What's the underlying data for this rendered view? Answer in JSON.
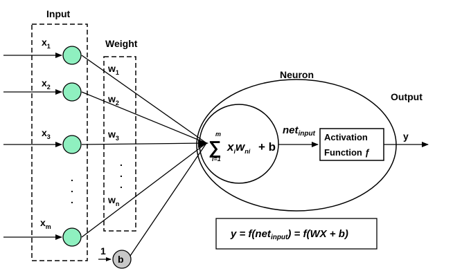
{
  "labels": {
    "input": "Input",
    "weight": "Weight",
    "neuron": "Neuron",
    "output": "Output",
    "y_out": "y",
    "bias_one": "1",
    "bias_b": "b"
  },
  "inputs": [
    {
      "base": "x",
      "sub": "1"
    },
    {
      "base": "x",
      "sub": "2"
    },
    {
      "base": "x",
      "sub": "3"
    },
    {
      "base": "x",
      "sub": "m"
    }
  ],
  "weights": [
    {
      "base": "w",
      "sub": "1"
    },
    {
      "base": "w",
      "sub": "2"
    },
    {
      "base": "w",
      "sub": "3"
    },
    {
      "base": "w",
      "sub": "n"
    }
  ],
  "ellipsis": ".",
  "summation": {
    "sigma": "∑",
    "upper": "m",
    "lower": "i=1",
    "x": "x",
    "x_sub": "i",
    "w": "w",
    "w_sub": "ni",
    "plus_b": "+ b"
  },
  "net": {
    "base": "net",
    "sub": "input"
  },
  "activation": {
    "line1": "Activation",
    "line2_text": "Function ",
    "line2_f": "ƒ"
  },
  "equation": {
    "lhs": "y = f(net",
    "sub": "input",
    "rhs": ") = f(WX + b)"
  },
  "colors": {
    "input_node": "#8ff0c0",
    "bias_node": "#c8c8c8",
    "stroke": "#000000"
  }
}
